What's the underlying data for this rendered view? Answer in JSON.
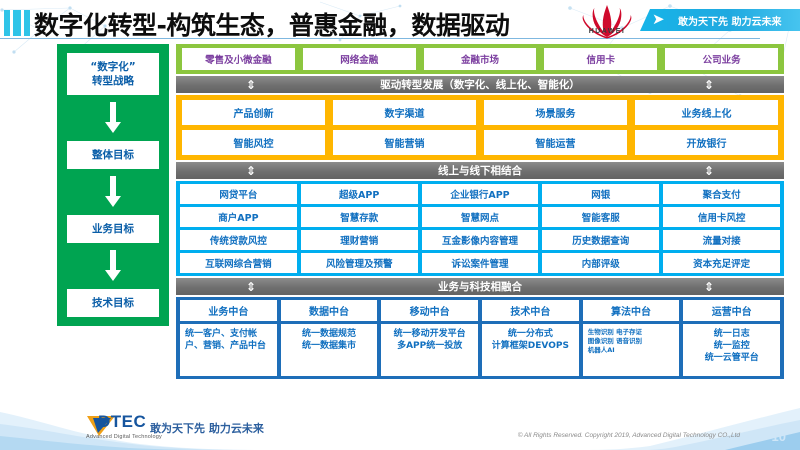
{
  "slide": {
    "title": "数字化转型-构筑生态，普惠金融，数据驱动",
    "page_number": "10"
  },
  "brand": {
    "huawei_wordmark": "HUAWEI",
    "banner_text": "敢为天下先 助力云未来",
    "banner_color": "#17b4e8"
  },
  "strategy_column": {
    "accent_color": "#00a451",
    "items": [
      {
        "label": "“数字化”\n转型战略"
      },
      {
        "label": "整体目标"
      },
      {
        "label": "业务目标"
      },
      {
        "label": "技术目标"
      }
    ],
    "item_0_line1": "“数字化”",
    "item_0_line2": "转型战略",
    "item_1": "整体目标",
    "item_2": "业务目标",
    "item_3": "技术目标"
  },
  "business_lines": {
    "accent_color": "#8cc63f",
    "items": [
      "零售及小微金融",
      "网络金融",
      "金融市场",
      "信用卡",
      "公司业务"
    ]
  },
  "bands": {
    "drive": "驱动转型发展（数字化、线上化、智能化）",
    "online_offline": "线上与线下相结合",
    "fusion": "业务与科技相融合",
    "color": "#6f6f6f",
    "arrow_glyph": "⇕"
  },
  "transformation": {
    "accent_color": "#ffb600",
    "row1": [
      "产品创新",
      "数字渠道",
      "场景服务",
      "业务线上化"
    ],
    "row2": [
      "智能风控",
      "智能营销",
      "智能运营",
      "开放银行"
    ]
  },
  "online_offline": {
    "accent_color": "#00aeef",
    "row1": [
      "网贷平台",
      "超级APP",
      "企业银行APP",
      "网银",
      "聚合支付"
    ],
    "row2": [
      "商户APP",
      "智慧存款",
      "智慧网点",
      "智能客服",
      "信用卡风控"
    ],
    "row3": [
      "传统贷款风控",
      "理财营销",
      "互金影像内容管理",
      "历史数据查询",
      "流量对接"
    ],
    "row4": [
      "互联网综合营销",
      "风险管理及预警",
      "诉讼案件管理",
      "内部评级",
      "资本充足评定"
    ]
  },
  "platforms": {
    "accent_color": "#1e6eb8",
    "columns": [
      {
        "head": "业务中台",
        "body": "统一客户、支付帐户、营销、产品中台"
      },
      {
        "head": "数据中台",
        "body": "统一数据规范\n统一数据集市"
      },
      {
        "head": "移动中台",
        "body": "统一移动开发平台\n多APP统一投放"
      },
      {
        "head": "技术中台",
        "body": "统一分布式\n计算框架DEVOPS"
      },
      {
        "head": "算法中台",
        "body": "生物识别 电子存证\n图像识别 语音识别\n机器人AI"
      },
      {
        "head": "运营中台",
        "body": "统一日志\n统一监控\n统一云管平台"
      }
    ],
    "col0_head": "业务中台",
    "col0_body": "统一客户、支付帐户、营销、产品中台",
    "col1_head": "数据中台",
    "col1_body_l1": "统一数据规范",
    "col1_body_l2": "统一数据集市",
    "col2_head": "移动中台",
    "col2_body_l1": "统一移动开发平台",
    "col2_body_l2": "多APP统一投放",
    "col3_head": "技术中台",
    "col3_body_l1": "统一分布式",
    "col3_body_l2": "计算框架DEVOPS",
    "col4_head": "算法中台",
    "col4_body_l1": "生物识别 电子存证",
    "col4_body_l2": "图像识别 语音识别",
    "col4_body_l3": "机器人AI",
    "col5_head": "运营中台",
    "col5_body_l1": "统一日志",
    "col5_body_l2": "统一监控",
    "col5_body_l3": "统一云管平台"
  },
  "footer": {
    "logo_name": "DTEC",
    "logo_subtitle": "Advanced Digital Technology",
    "slogan": "敢为天下先  助力云未来",
    "copyright": "© All Rights Reserved. Copyright 2019, Advanced Digital Technology CO.,Ltd"
  }
}
